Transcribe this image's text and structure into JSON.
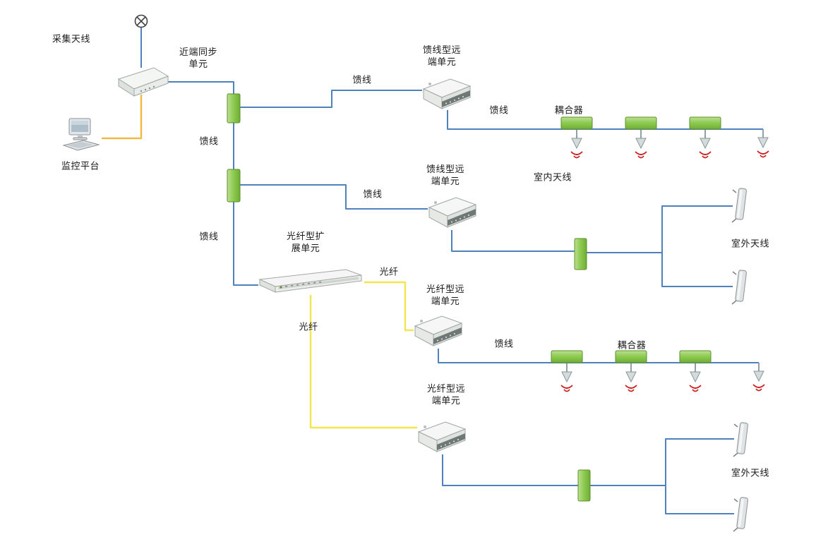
{
  "nodes": {
    "collect_antenna": "采集天线",
    "near_end_sync_unit": "近端同步\n单元",
    "monitor_platform": "监控平台",
    "feeder_remote_unit": "馈线型远\n端单元",
    "fiber_expansion_unit": "光纤型扩\n展单元",
    "fiber_remote_unit": "光纤型远\n端单元",
    "coupler": "耦合器",
    "indoor_antenna": "室内天线",
    "outdoor_antenna": "室外天线"
  },
  "edge_labels": {
    "feeder": "馈线",
    "fiber": "光纤"
  },
  "colors": {
    "feeder_line": "#4f81bd",
    "fiber_line": "#f2e64e",
    "monitor_line": "#f4b942",
    "splitter_fill": "#8cc94f",
    "splitter_border": "#5d8f2b",
    "signal_wave": "#cc2020"
  }
}
